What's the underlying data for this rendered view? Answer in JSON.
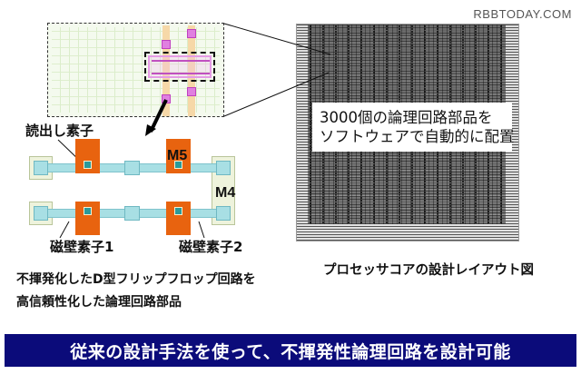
{
  "watermark": "RBBTODAY.COM",
  "layout_thumbnail": {
    "description": "Small-scale circuit layout with highlighted flip-flop region"
  },
  "cell_diagram": {
    "labels": {
      "read_element": "読出し素子",
      "domain_wall_1": "磁壁素子1",
      "domain_wall_2": "磁壁素子2",
      "m5": "M5",
      "m4": "M4"
    },
    "colors": {
      "orange_block": "#e8630f",
      "wire": "#a8dfe4",
      "pad": "#eef3dc",
      "dot": "#2a9a9a"
    }
  },
  "description": {
    "line1": "不揮発化したD型フリップフロップ回路を",
    "line2": "高信頼性化した論理回路部品"
  },
  "processor_layout": {
    "callout_line1": "3000個の論理回路部品を",
    "callout_line2": "ソフトウェアで自動的に配置",
    "caption": "プロセッサコアの設計レイアウト図"
  },
  "banner": {
    "text": "従来の設計手法を使って、不揮発性論理回路を設計可能",
    "background": "#0b0b7a"
  }
}
